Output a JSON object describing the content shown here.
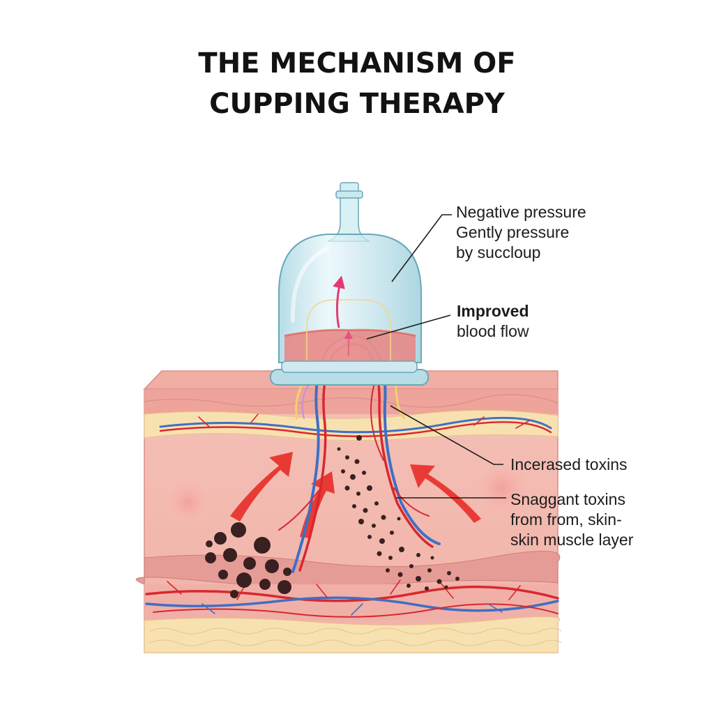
{
  "title": {
    "line1": "THE MECHANISM OF",
    "line2": "CUPPING THERAPY"
  },
  "labels": {
    "negative_pressure": {
      "line1": "Negative pressure",
      "line2": "Gently pressure",
      "line3": "by succloup"
    },
    "blood_flow": {
      "line1": "Improved",
      "line2": "blood flow"
    },
    "increased_toxins": {
      "line1": "Incerased toxins"
    },
    "stagnant_toxins": {
      "line1": "Snaggant toxins",
      "line2": "from from, skin-",
      "line3": "skin muscle layer"
    }
  },
  "colors": {
    "skin_top": "#f2b8ad",
    "skin_body": "#f6c6bd",
    "fat_layer": "#f7dfae",
    "muscle": "#e9a19b",
    "artery": "#d8282d",
    "vein": "#3f6fc4",
    "cup_glass": "#bfe3ec",
    "toxin": "#3a2020",
    "flow_arrow": "#e8302a"
  },
  "icons": [
    "cupping-cup-icon",
    "upward-flow-arrow-icon",
    "toxin-particles-icon"
  ]
}
